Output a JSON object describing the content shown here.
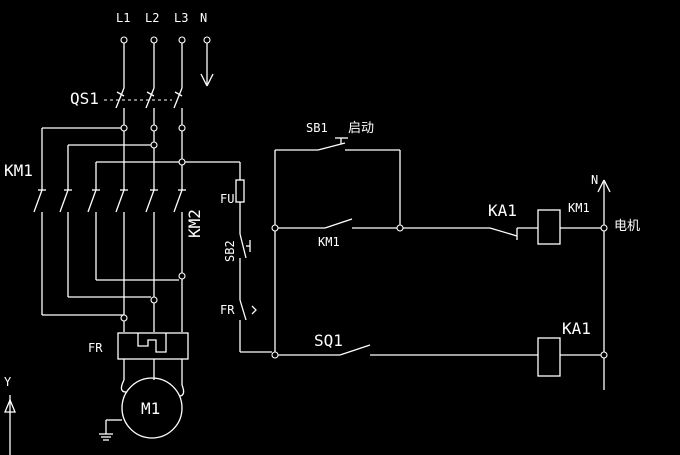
{
  "diagram": {
    "labels": {
      "L1": "L1",
      "L2": "L2",
      "L3": "L3",
      "N": "N",
      "QS1": "QS1",
      "KM1_main": "KM1",
      "KM2": "KM2",
      "FU": "FU",
      "SB2": "SB2",
      "FR_ctrl": "FR",
      "FR_main": "FR",
      "M1": "M1",
      "SB1": "SB1",
      "start": "启动",
      "KM1_aux": "KM1",
      "KA1_contact": "KA1",
      "KM1_coil": "KM1",
      "N_right": "N",
      "motor": "电机",
      "SQ1": "SQ1",
      "KA1_coil": "KA1",
      "Y": "Y"
    },
    "colors": {
      "background": "#000000",
      "line": "#ffffff"
    },
    "icons": [
      "ground-icon",
      "motor-icon",
      "arrow-down-icon",
      "arrow-up-icon"
    ]
  }
}
